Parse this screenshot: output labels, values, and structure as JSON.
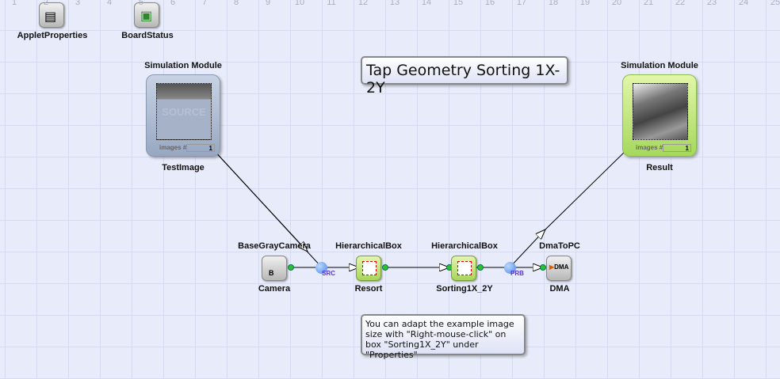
{
  "grid_numbers": [
    "1",
    "2",
    "3",
    "4",
    "5",
    "6",
    "7",
    "8",
    "9",
    "10",
    "11",
    "12",
    "13",
    "14",
    "15",
    "16",
    "17",
    "18",
    "19",
    "20",
    "21",
    "22",
    "23",
    "24",
    "25"
  ],
  "applets": {
    "applet_properties": "AppletProperties",
    "board_status": "BoardStatus"
  },
  "title_note": "Tap Geometry Sorting 1X-2Y",
  "test_image": {
    "header": "Simulation Module",
    "name": "TestImage",
    "watermark": "SOURCE",
    "count_label": "images #",
    "count": "1"
  },
  "result": {
    "header": "Simulation Module",
    "name": "Result",
    "count_label": "images #",
    "count": "1"
  },
  "camera": {
    "type": "BaseGrayCamera",
    "name": "Camera",
    "glyph": "B"
  },
  "resort": {
    "type": "HierarchicalBox",
    "name": "Resort"
  },
  "sorting": {
    "type": "HierarchicalBox",
    "name": "Sorting1X_2Y"
  },
  "dma": {
    "type": "DmaToPC",
    "name": "DMA",
    "glyph": "DMA"
  },
  "src_tag": "SRC",
  "prb_tag": "PRB",
  "hint_note": "You can adapt the example image size with \"Right-mouse-click\" on box \"Sorting1X_2Y\" under \"Properties\"",
  "colors": {
    "port": "#2fbf2f",
    "probe": "#4a86e8",
    "tag": "#5533dd"
  }
}
